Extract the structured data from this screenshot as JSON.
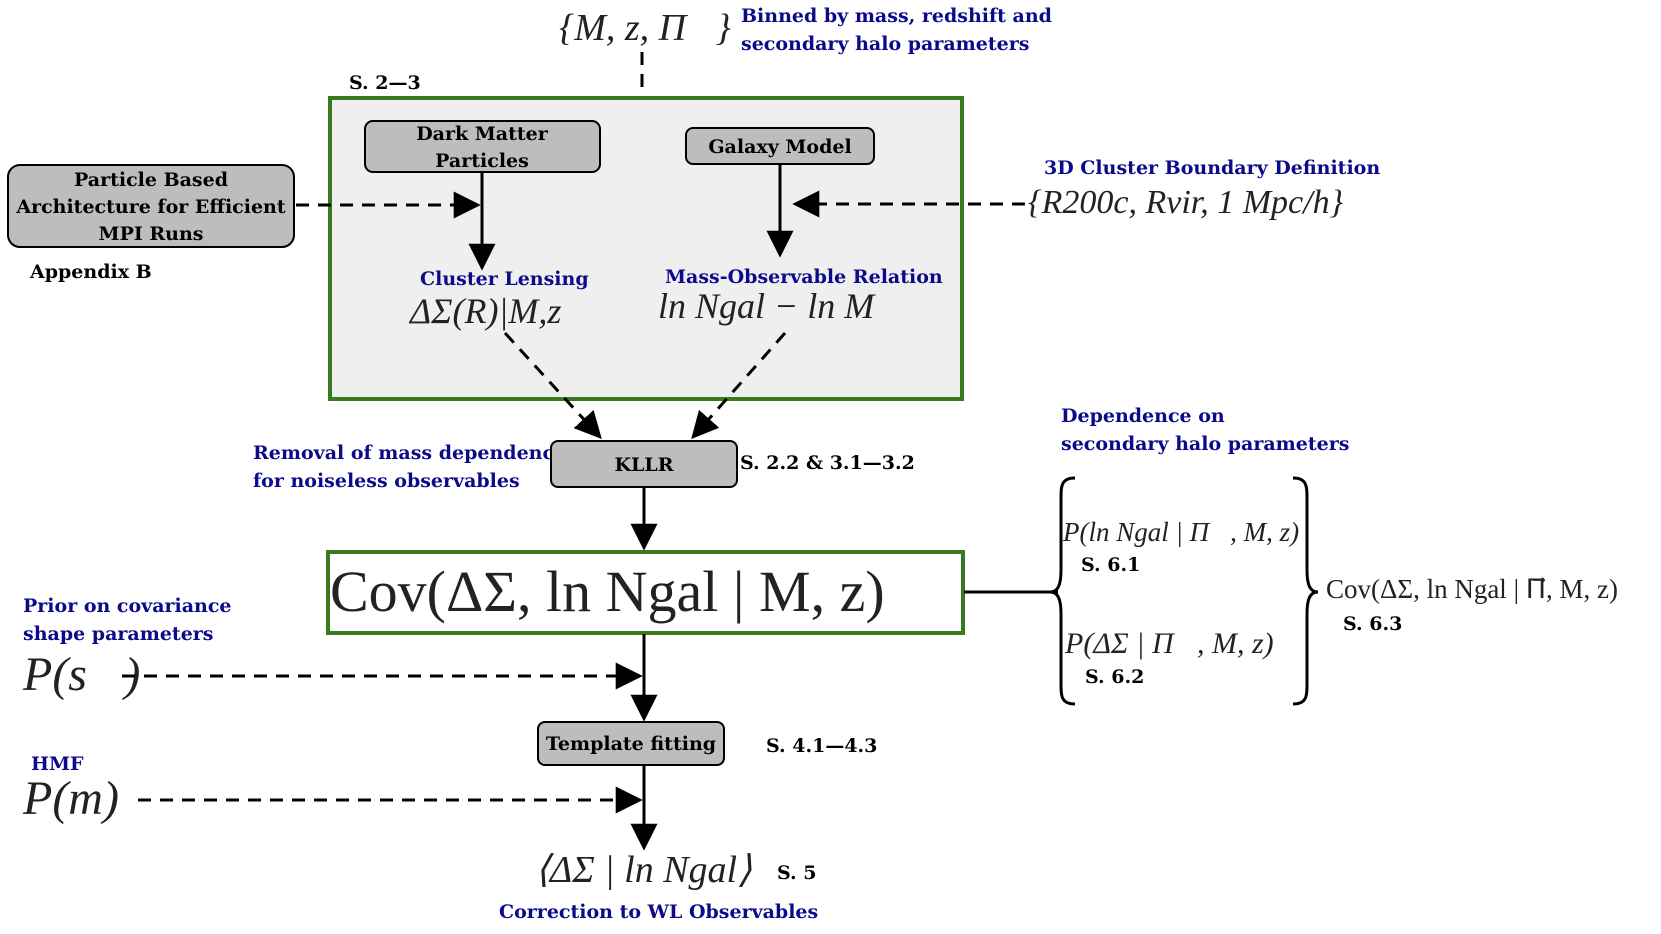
{
  "colors": {
    "accent_blue": "#0a0a8a",
    "frame_green": "#3a7a1e",
    "box_fill": "#bdbdbd",
    "panel_fill": "#efefef"
  },
  "top": {
    "math": "{M, z, Π⃗}",
    "note_line1": "Binned by mass, redshift and",
    "note_line2": "secondary halo parameters"
  },
  "section_23": "S. 2—3",
  "arch_box": {
    "line1": "Particle Based",
    "line2": "Architecture for Efficient",
    "line3": "MPI Runs",
    "ref": "Appendix B"
  },
  "dm_box": {
    "line1": "Dark Matter",
    "line2": "Particles"
  },
  "galaxy_box": {
    "label": "Galaxy Model"
  },
  "boundary": {
    "title": "3D Cluster Boundary Definition",
    "math": "{R200c, Rvir, 1 Mpc/h}"
  },
  "lensing": {
    "title": "Cluster Lensing",
    "math": "ΔΣ(R)|M,z"
  },
  "mor": {
    "title": "Mass-Observable Relation",
    "math": "ln Ngal − ln M"
  },
  "kllr": {
    "label": "KLLR",
    "ref": "S. 2.2 & 3.1—3.2",
    "note_line1": "Removal of mass dependency",
    "note_line2": "for noiseless observables"
  },
  "cov": {
    "math": "Cov(ΔΣ, ln Ngal | M, z)"
  },
  "dependence": {
    "line1": "Dependence on",
    "line2": "secondary halo parameters",
    "p1": "P(ln Ngal | Π⃗, M, z)",
    "p1_ref": "S. 6.1",
    "p2": "P(ΔΣ | Π⃗, M, z)",
    "p2_ref": "S. 6.2",
    "cov2": "Cov(ΔΣ, ln Ngal | Π⃗, M, z)",
    "cov2_ref": "S. 6.3"
  },
  "prior": {
    "line1": "Prior on covariance",
    "line2": "shape parameters",
    "math": "P(s⃗)"
  },
  "template": {
    "label": "Template fitting",
    "ref": "S. 4.1—4.3"
  },
  "hmf": {
    "title": "HMF",
    "math": "P(m)"
  },
  "result": {
    "math": "⟨ΔΣ | ln Ngal⟩",
    "ref": "S. 5",
    "caption": "Correction to WL Observables"
  }
}
